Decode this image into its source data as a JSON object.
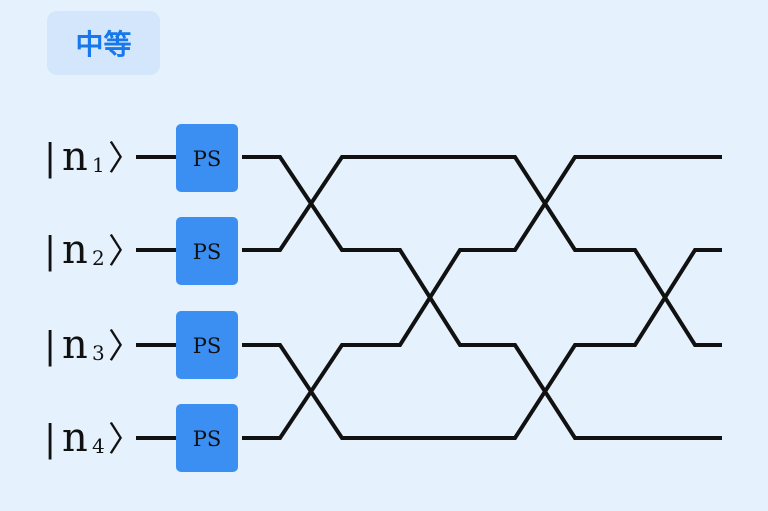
{
  "badge": {
    "label": "中等"
  },
  "inputs": [
    {
      "bar": "|",
      "symbol": "n",
      "index": "1",
      "close": "〉"
    },
    {
      "bar": "|",
      "symbol": "n",
      "index": "2",
      "close": "〉"
    },
    {
      "bar": "|",
      "symbol": "n",
      "index": "3",
      "close": "〉"
    },
    {
      "bar": "|",
      "symbol": "n",
      "index": "4",
      "close": "〉"
    }
  ],
  "phase_shifters": [
    {
      "label": "PS"
    },
    {
      "label": "PS"
    },
    {
      "label": "PS"
    },
    {
      "label": "PS"
    }
  ],
  "colors": {
    "background": "#e5f2fd",
    "badge_bg": "#d3e6fb",
    "badge_text": "#1778ec",
    "ps_box": "#3b8ff3",
    "wire": "#111111"
  }
}
